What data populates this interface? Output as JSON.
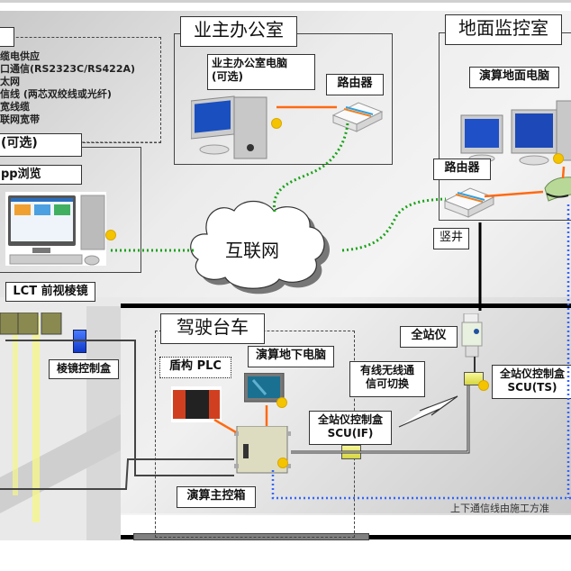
{
  "legend": {
    "items": [
      "缆电供应",
      "口通信(RS2323C/RS422A)",
      "太网",
      "信线 (两芯双绞线或光纤)",
      "宽线缆",
      "联网宽带"
    ]
  },
  "remote_pc": {
    "label_optional": "(可选)",
    "label_browse": "pp浏览"
  },
  "owner_office": {
    "title": "业主办公室",
    "pc_label": "业主办公室电脑\n(可选)",
    "router_label": "路由器"
  },
  "ground_control": {
    "title": "地面监控室",
    "pc_label": "演算地面电脑",
    "router_label": "路由器",
    "shaft_label": "竖井"
  },
  "internet": {
    "label": "互联网"
  },
  "tunnel": {
    "lct_label": "LCT 前视棱镜",
    "prism_box_label": "棱镜控制盒"
  },
  "cart": {
    "title": "驾驶台车",
    "plc_label": "盾构 PLC",
    "underground_pc_label": "演算地下电脑",
    "main_box_label": "演算主控箱",
    "scu_if_label": "全站仪控制盒\nSCU(IF)",
    "wireless_label": "有线无线通\n信可切换"
  },
  "total_station": {
    "label": "全站仪",
    "scu_ts_label": "全站仪控制盒\nSCU(TS)"
  },
  "footnote": "上下通信线由施工方准",
  "colors": {
    "ethernet": "#ff6a13",
    "internet_link": "#1aa31a",
    "comm_line": "#3366ff",
    "power_dot": "#f5c400"
  }
}
